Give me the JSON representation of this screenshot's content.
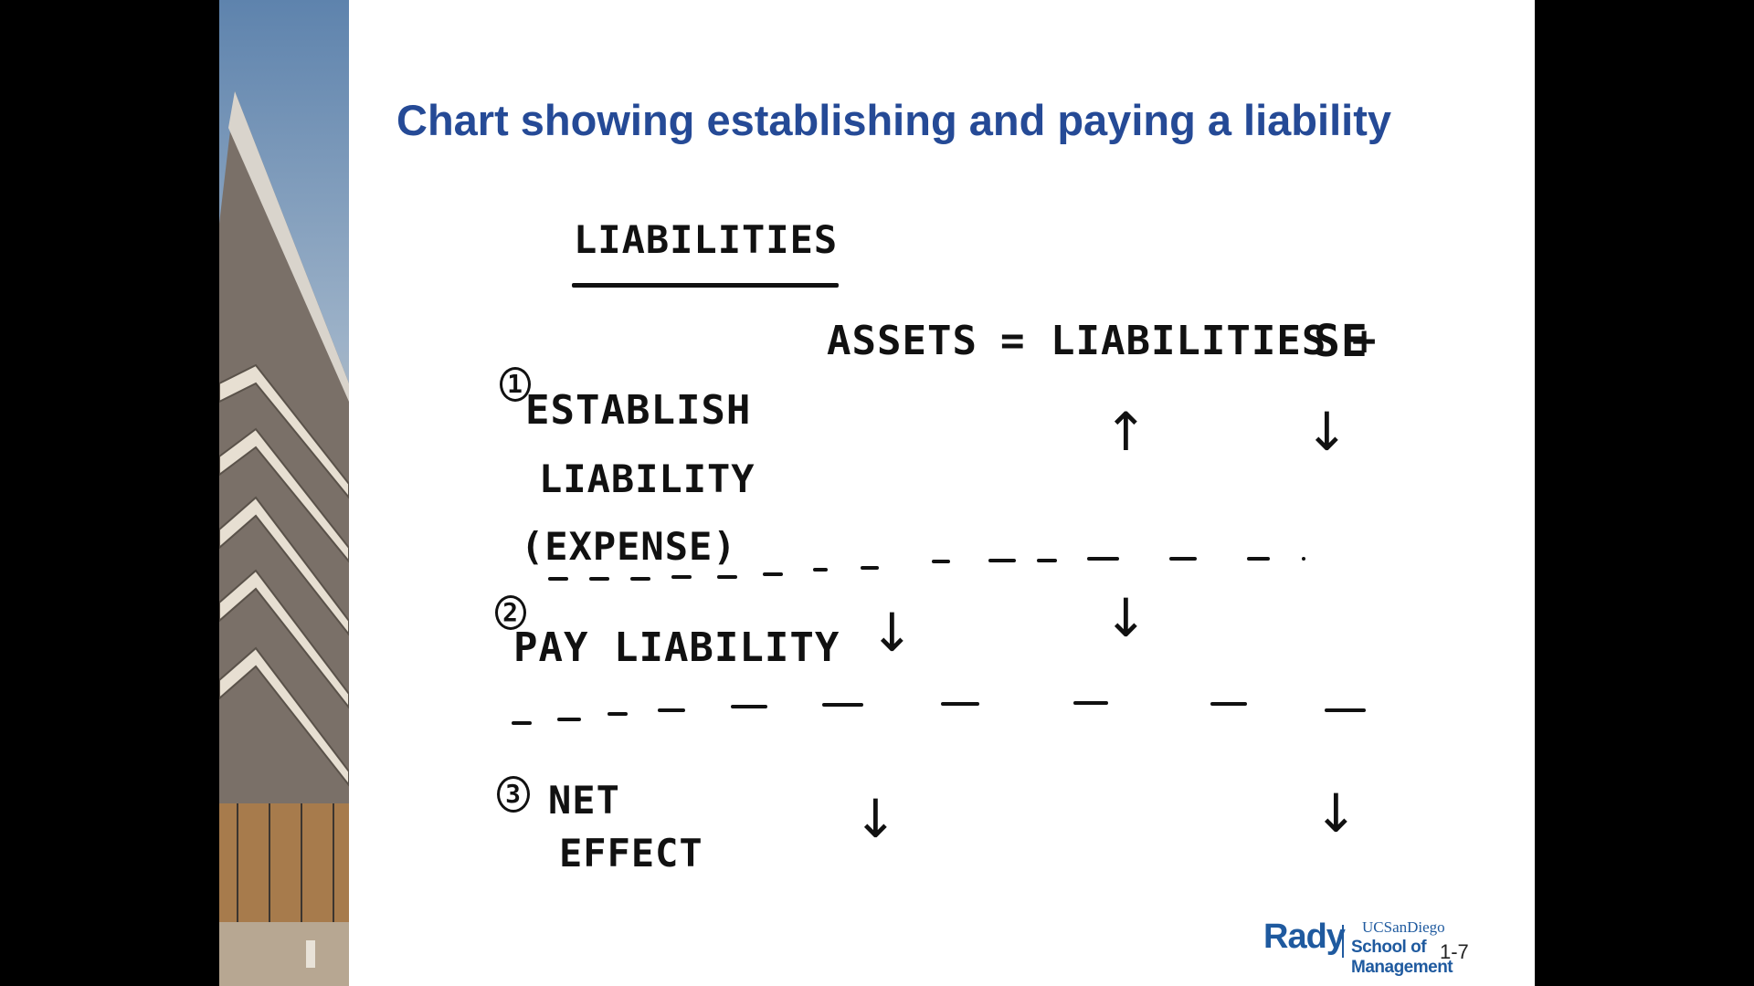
{
  "slide": {
    "title": "Chart showing establishing and paying a liability",
    "page_number": "1-7"
  },
  "handwritten": {
    "heading": "LIABILITIES",
    "columns": {
      "assets": "ASSETS",
      "equals_liabilities_plus": "= LIABILITIES +",
      "se": "SE"
    },
    "rows": [
      {
        "number": "1",
        "lines": [
          "ESTABLISH",
          "LIABILITY",
          "(EXPENSE)"
        ],
        "assets": "",
        "liabilities": "↑",
        "se": "↓"
      },
      {
        "number": "2",
        "lines": [
          "PAY LIABILITY"
        ],
        "assets": "↓",
        "liabilities": "↓",
        "se": ""
      },
      {
        "number": "3",
        "lines": [
          "NET",
          "EFFECT"
        ],
        "assets": "↓",
        "liabilities": "",
        "se": "↓"
      }
    ]
  },
  "logo": {
    "rady": "Rady",
    "ucsd": "UCSanDiego",
    "school": "School of Management"
  }
}
